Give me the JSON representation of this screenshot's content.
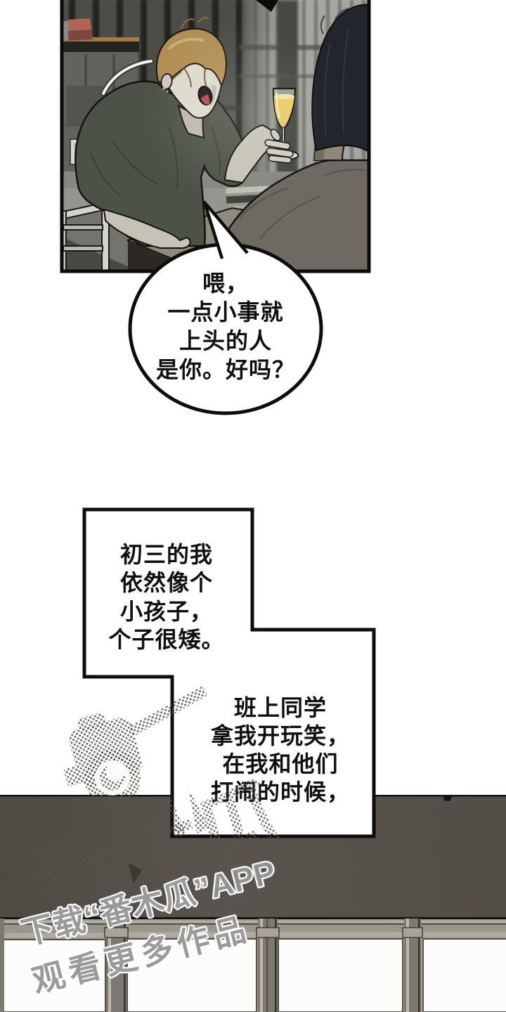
{
  "bubble": {
    "lines": [
      "喂，",
      "一点小事就",
      "上头的人",
      "是你。好吗？"
    ]
  },
  "captions": {
    "block1": {
      "lines": [
        "初三的我",
        "依然像个",
        "小孩子，",
        "个子很矮。"
      ]
    },
    "block2": {
      "lines": [
        "班上同学",
        "拿我开玩笑，",
        "在我和他们",
        "打闹的时候，"
      ]
    }
  },
  "watermark": {
    "logo": "camera-icon",
    "brand": "番木瓜",
    "line1": "下载“番木瓜”APP",
    "line2": "观看更多作品"
  },
  "colors": {
    "wall": "#57524b",
    "shirt": "#4d5246",
    "hair": "#b18e55",
    "drink": "#e9cb67",
    "watermark_fill": "#8c8c8c"
  }
}
